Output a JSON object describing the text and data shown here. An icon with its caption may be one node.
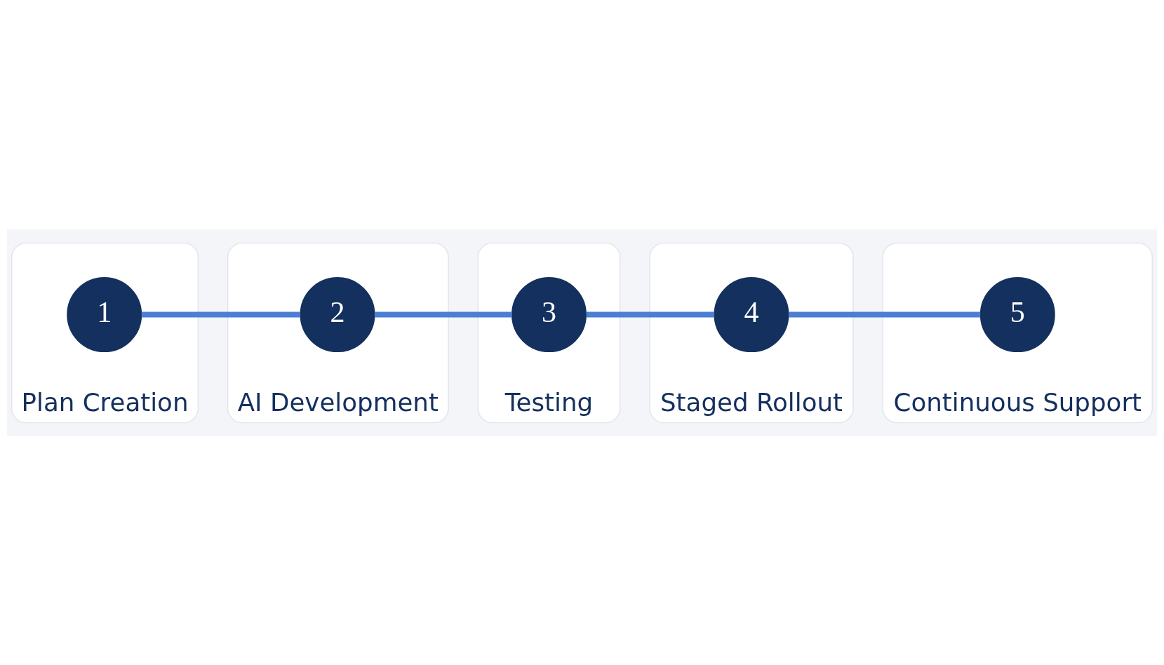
{
  "diagram": {
    "nodes": [
      {
        "text": [
          "Plan Creation"
        ]
      },
      {
        "text": [
          "1"
        ],
        "in": 0
      },
      {
        "text": [
          "AI Development"
        ]
      },
      {
        "text": [
          "2"
        ],
        "in": 2
      },
      {
        "text": [
          "Testing"
        ]
      },
      {
        "text": [
          "3"
        ],
        "in": 4
      },
      {
        "text": [
          "Staged Rollout"
        ]
      },
      {
        "text": [
          "4"
        ],
        "in": 6
      },
      {
        "text": [
          "Continuous Support"
        ]
      },
      {
        "text": [
          "5"
        ],
        "in": 8
      }
    ],
    "edges": [
      {
        "from": 1,
        "to": 3,
        "arrow": "none"
      },
      {
        "from": 3,
        "to": 5,
        "arrow": "none"
      },
      {
        "from": 5,
        "to": 7,
        "arrow": "none"
      },
      {
        "from": 7,
        "to": 9,
        "arrow": "none"
      }
    ]
  }
}
